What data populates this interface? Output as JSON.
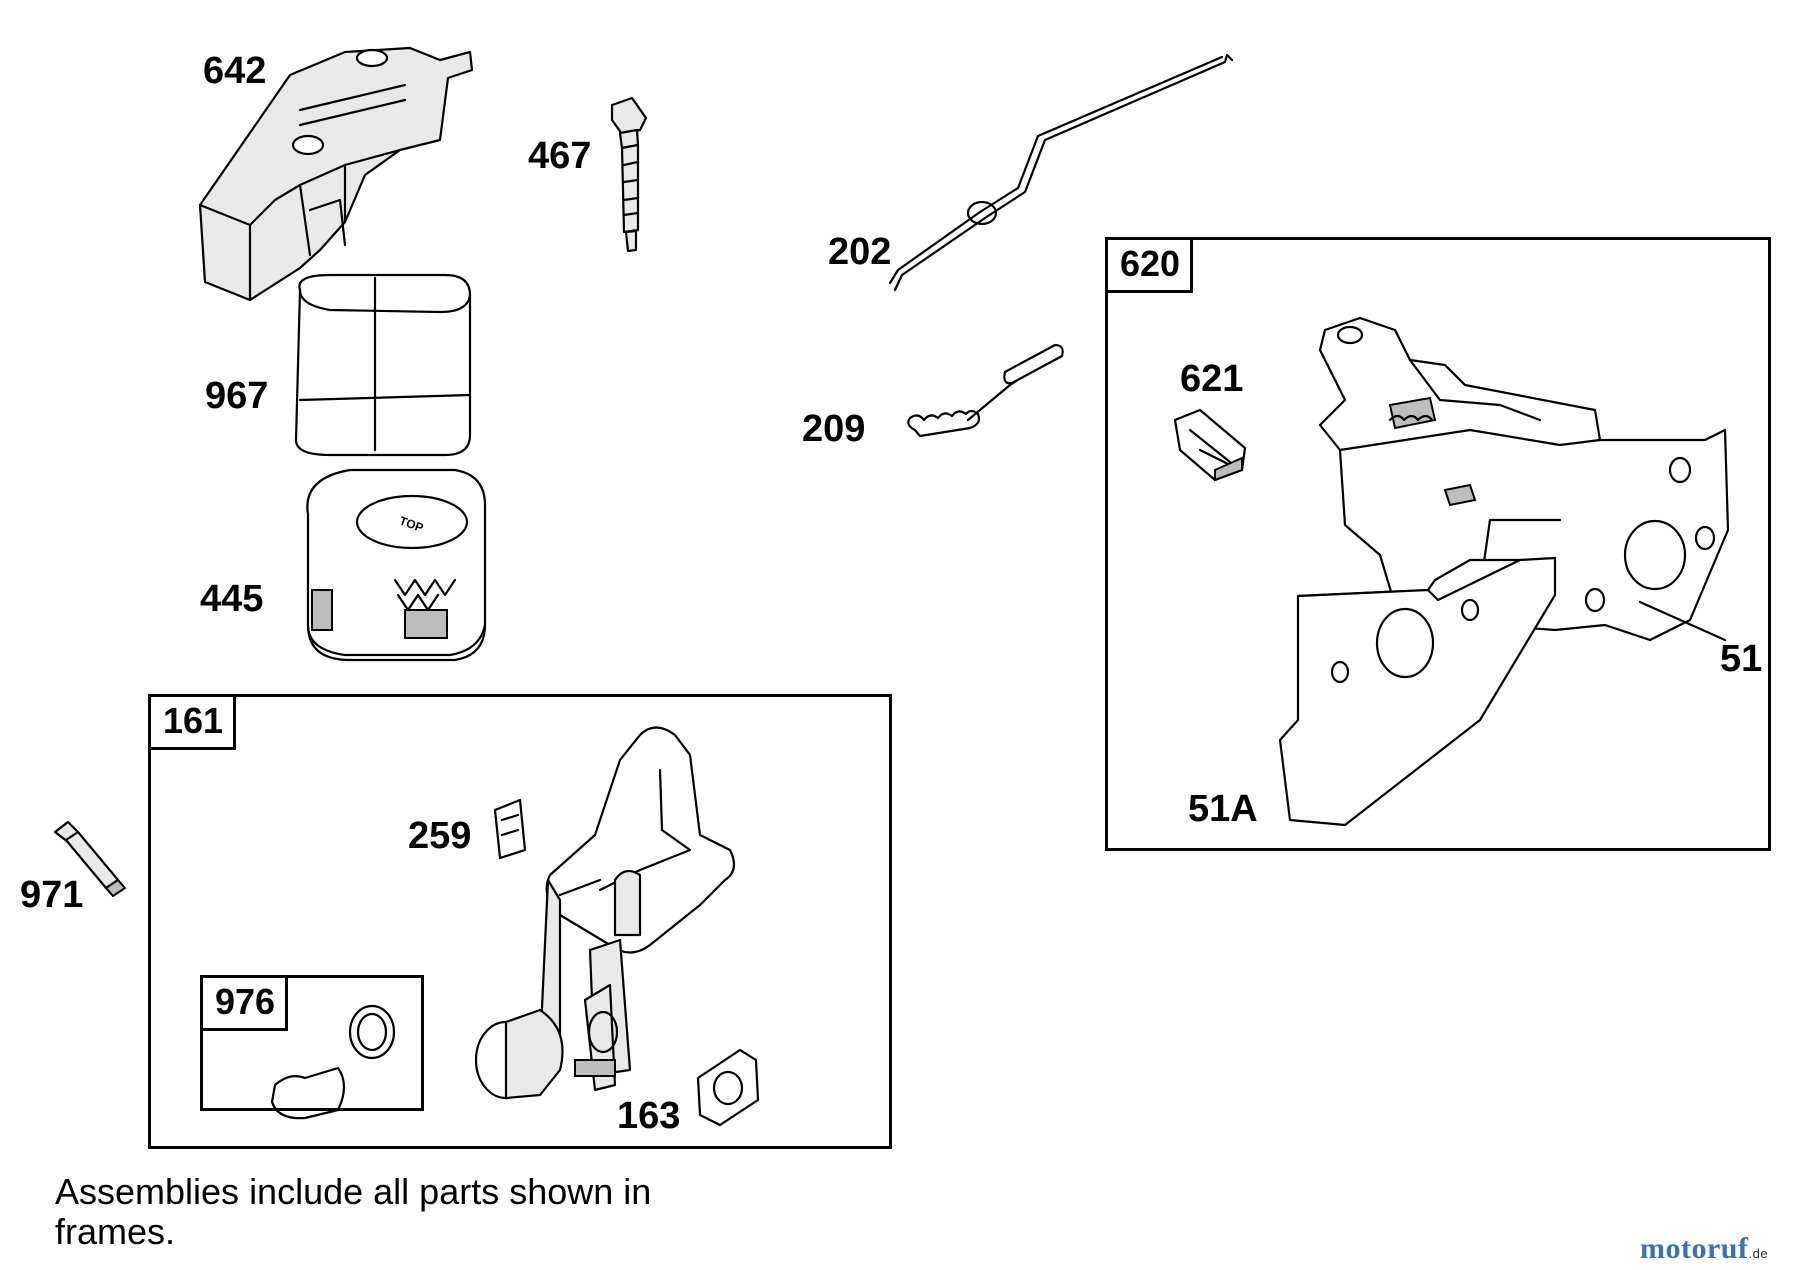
{
  "labels": {
    "p642": "642",
    "p467": "467",
    "p202": "202",
    "p967": "967",
    "p209": "209",
    "p445": "445",
    "p621": "621",
    "p51": "51",
    "p51a": "51A",
    "p971": "971",
    "p259": "259",
    "p163": "163"
  },
  "frames": {
    "f161": "161",
    "f620": "620",
    "f976": "976"
  },
  "filter_marking": "TOP",
  "note": "Assemblies include all parts shown in frames.",
  "brand": {
    "name": "motoruf",
    "tld": ".de",
    "color": "#3b6fb6"
  }
}
